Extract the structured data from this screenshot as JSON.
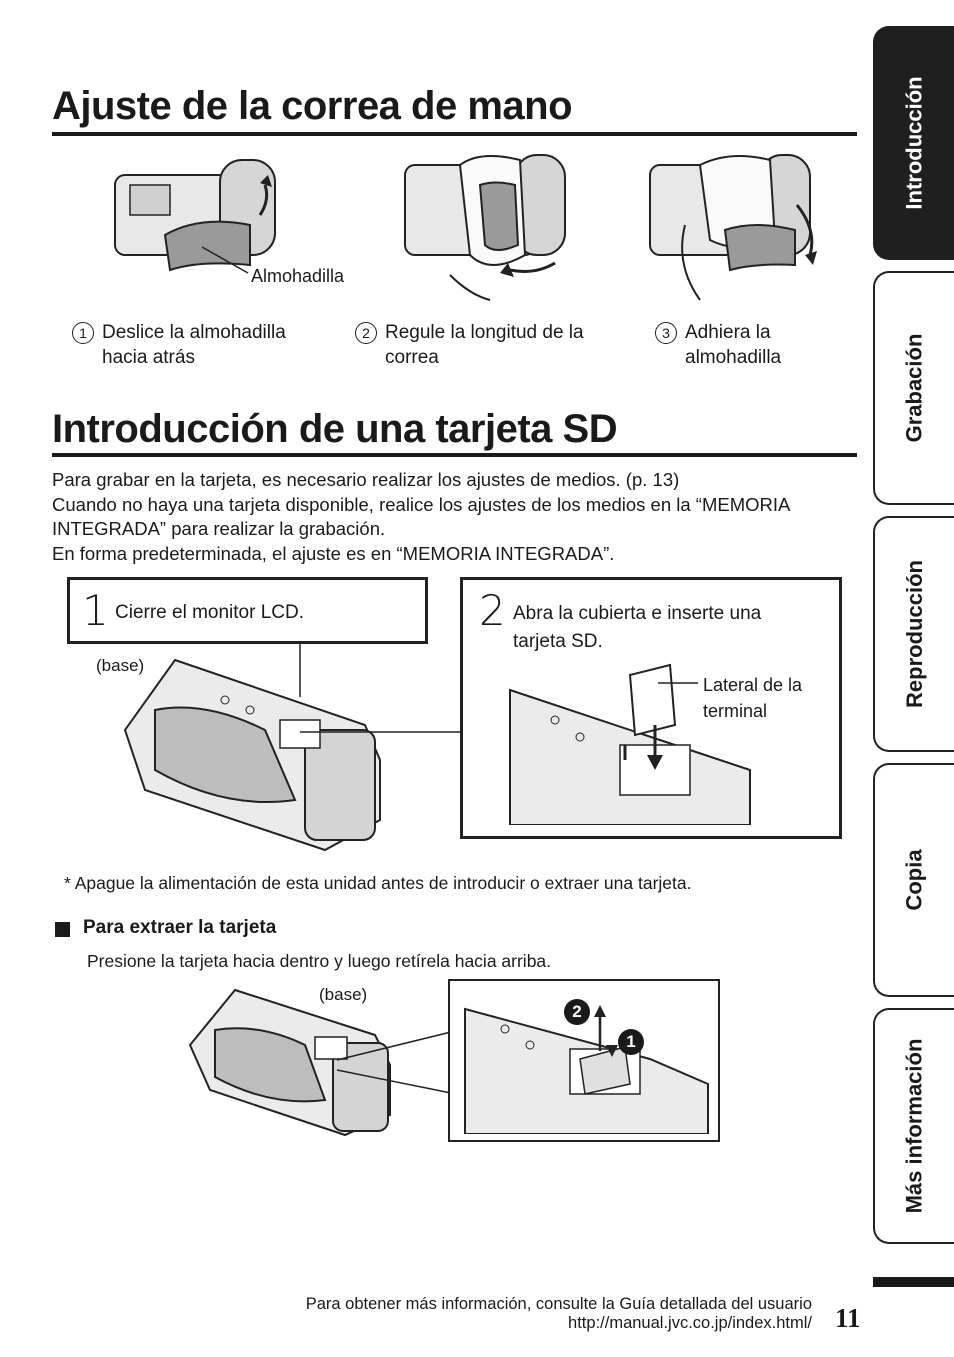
{
  "section1": {
    "title": "Ajuste de la correa de mano",
    "callout": "Almohadilla",
    "steps": [
      {
        "num": "1",
        "line1": "Deslice la almohadilla",
        "line2": "hacia atrás"
      },
      {
        "num": "2",
        "line1": "Regule la longitud de la",
        "line2": "correa"
      },
      {
        "num": "3",
        "line1": "Adhiera la",
        "line2": "almohadilla"
      }
    ]
  },
  "section2": {
    "title": "Introducción de una tarjeta SD",
    "intro": [
      "Para grabar en la tarjeta, es necesario realizar los ajustes de medios. (p. 13)",
      "Cuando no haya una tarjeta disponible, realice los ajustes de los medios en la “MEMORIA",
      "INTEGRADA” para realizar la grabación.",
      "En forma predeterminada, el ajuste es en “MEMORIA INTEGRADA”."
    ],
    "step1": {
      "num": "1",
      "text": "Cierre el monitor LCD."
    },
    "step2": {
      "num": "2",
      "line1": "Abra la cubierta e inserte una",
      "line2": "tarjeta SD."
    },
    "base_label": "(base)",
    "terminal_line1": "Lateral de la",
    "terminal_line2": "terminal",
    "note": "*  Apague la alimentación de esta unidad antes de introducir o extraer una tarjeta."
  },
  "remove": {
    "heading": "Para extraer la tarjeta",
    "text": "Presione la tarjeta hacia dentro y luego retírela hacia arriba.",
    "base_label": "(base)",
    "badge2": "2",
    "badge1": "1"
  },
  "tabs": [
    {
      "label": "Introducción",
      "active": true
    },
    {
      "label": "Grabación",
      "active": false
    },
    {
      "label": "Reproducción",
      "active": false
    },
    {
      "label": "Copia",
      "active": false
    },
    {
      "label": "Más información",
      "active": false
    }
  ],
  "footer": {
    "line1": "Para obtener más información, consulte la Guía detallada del usuario",
    "line2": "http://manual.jvc.co.jp/index.html/",
    "page": "11"
  }
}
